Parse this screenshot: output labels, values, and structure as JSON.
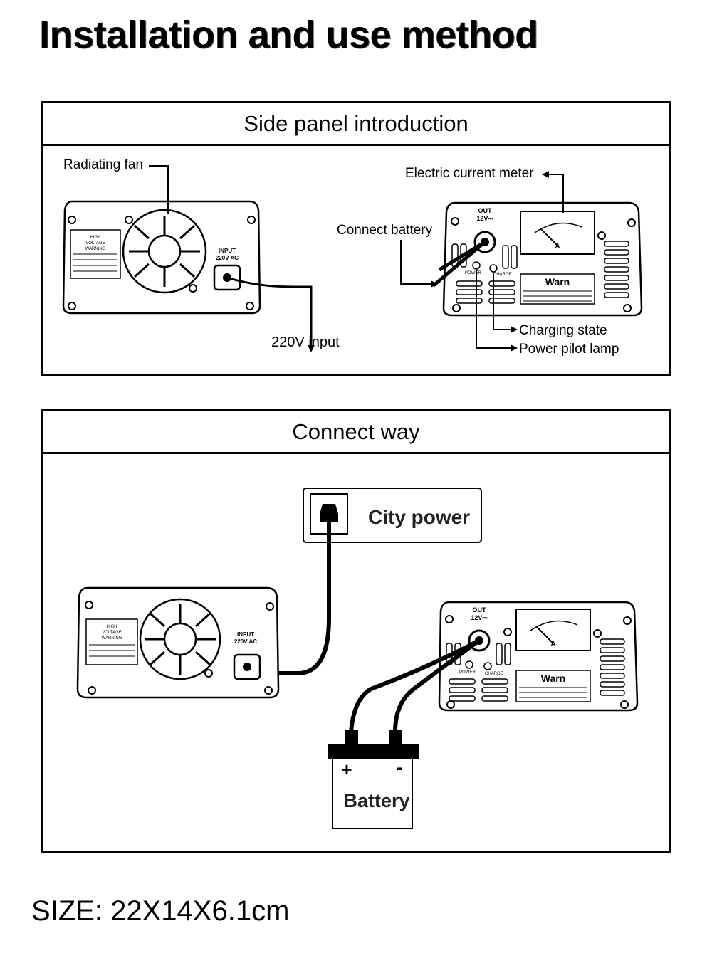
{
  "page_title": "Installation and use method",
  "side_panel": {
    "heading": "Side panel introduction",
    "labels": {
      "radiating_fan": "Radiating fan",
      "electric_current_meter": "Electric current meter",
      "connect_battery": "Connect battery",
      "input_220v": "220V input",
      "charging_state": "Charging state",
      "power_pilot_lamp": "Power pilot lamp"
    }
  },
  "connect_way": {
    "heading": "Connect way",
    "labels": {
      "city_power": "City power",
      "battery": "Battery",
      "plus": "+",
      "minus": "-"
    }
  },
  "device_print": {
    "input_line1": "INPUT",
    "input_line2": "220V AC",
    "out_line1": "OUT",
    "out_line2": "12V⎓",
    "warn": "Warn",
    "power": "POWER",
    "charge": "CHARGE",
    "warning_line1": "HIGH",
    "warning_line2": "VOLTAGE",
    "warning_line3": "WARNING"
  },
  "size_text": "SIZE: 22X14X6.1cm"
}
